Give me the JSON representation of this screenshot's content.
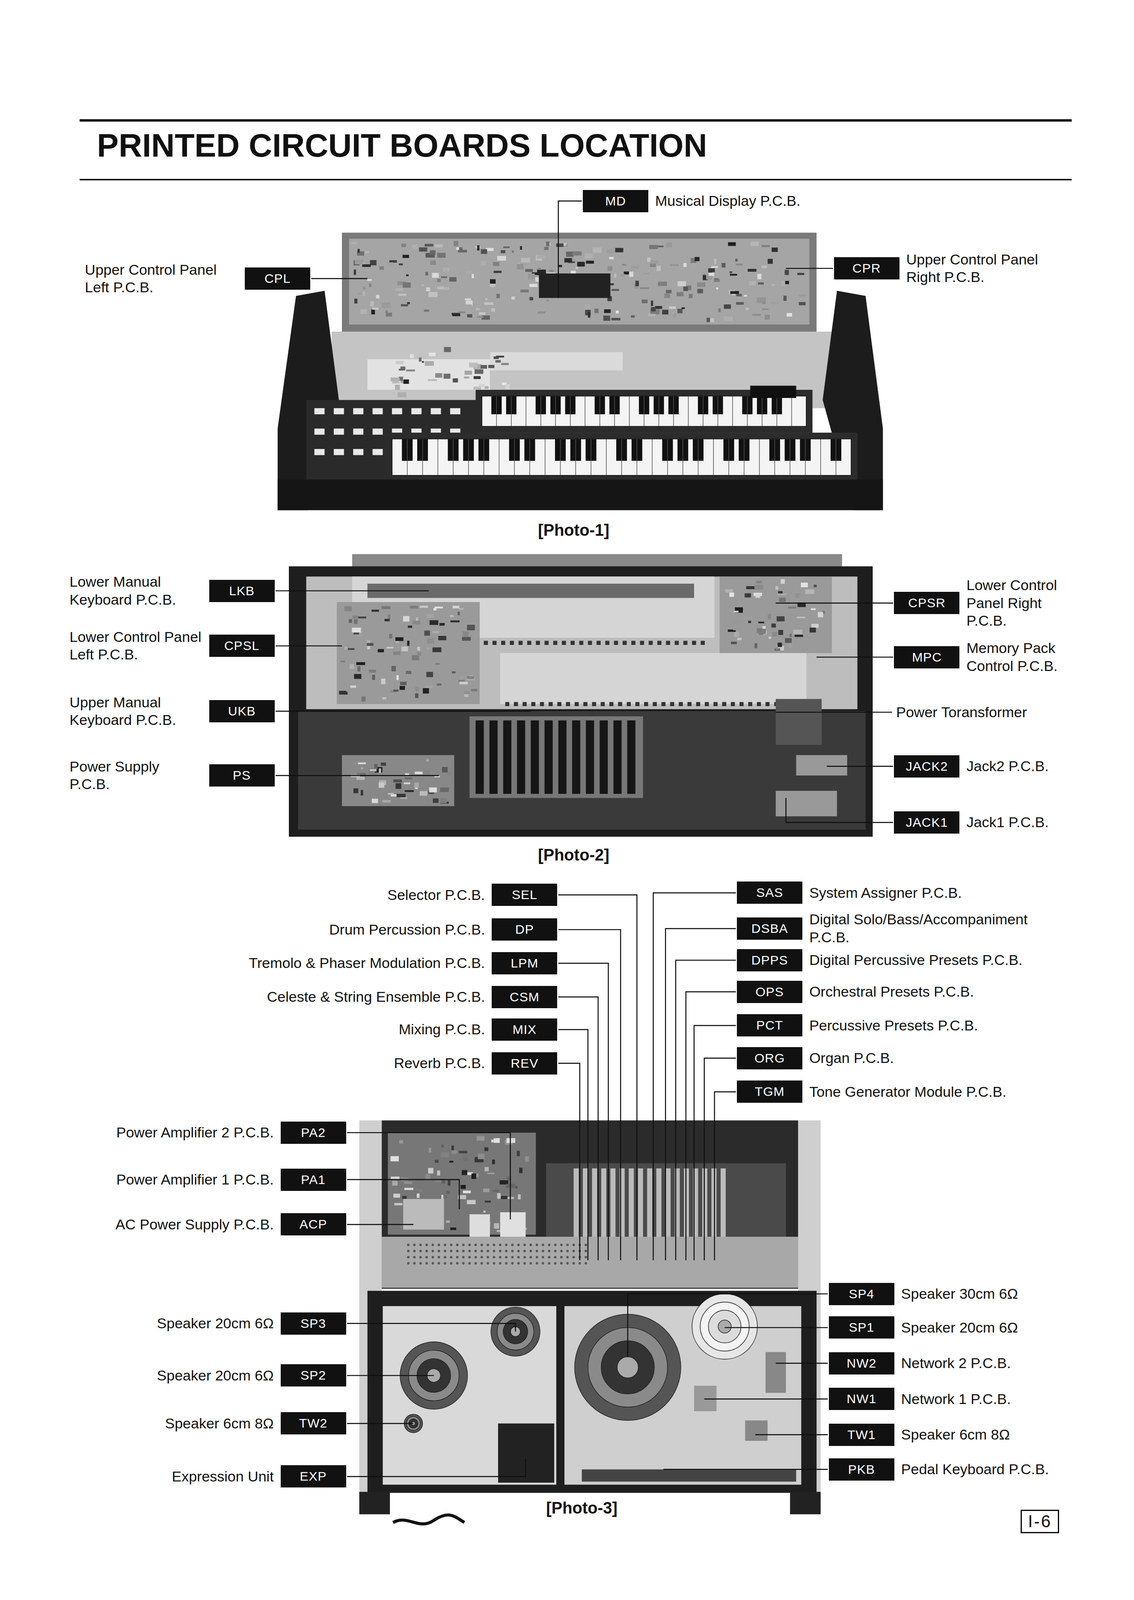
{
  "diagram": {
    "title": "PRINTED CIRCUIT BOARDS LOCATION",
    "nodes": [
      {
        "text": [
          "MD",
          "Musical Display P.C.B."
        ]
      },
      {
        "text": [
          "CPL",
          "Upper Control Panel Left P.C.B."
        ]
      },
      {
        "text": [
          "CPR",
          "Upper Control Panel Right P.C.B."
        ]
      },
      {
        "text": [
          "LKB",
          "Lower Manual Keyboard P.C.B."
        ]
      },
      {
        "text": [
          "CPSL",
          "Lower Control Panel Left P.C.B."
        ]
      },
      {
        "text": [
          "UKB",
          "Upper Manual Keyboard P.C.B."
        ]
      },
      {
        "text": [
          "PS",
          "Power Supply P.C.B."
        ]
      },
      {
        "text": [
          "CPSR",
          "Lower Control Panel Right P.C.B."
        ]
      },
      {
        "text": [
          "MPC",
          "Memory Pack Control P.C.B."
        ]
      },
      {
        "text": [
          "JACK2",
          "Jack2 P.C.B."
        ]
      },
      {
        "text": [
          "JACK1",
          "Jack1 P.C.B."
        ]
      },
      {
        "text": [
          "SEL",
          "Selector P.C.B."
        ]
      },
      {
        "text": [
          "DP",
          "Drum Percussion P.C.B."
        ]
      },
      {
        "text": [
          "LPM",
          "Tremolo & Phaser Modulation P.C.B."
        ]
      },
      {
        "text": [
          "CSM",
          "Celeste & String Ensemble P.C.B."
        ]
      },
      {
        "text": [
          "MIX",
          "Mixing P.C.B."
        ]
      },
      {
        "text": [
          "REV",
          "Reverb P.C.B."
        ]
      },
      {
        "text": [
          "SAS",
          "System Assigner P.C.B."
        ]
      },
      {
        "text": [
          "DSBA",
          "Digital Solo/Bass/Accompaniment P.C.B."
        ]
      },
      {
        "text": [
          "DPPS",
          "Digital Percussive Presets P.C.B."
        ]
      },
      {
        "text": [
          "OPS",
          "Orchestral Presets P.C.B."
        ]
      },
      {
        "text": [
          "PCT",
          "Percussive Presets P.C.B."
        ]
      },
      {
        "text": [
          "ORG",
          "Organ P.C.B."
        ]
      },
      {
        "text": [
          "TGM",
          "Tone Generator Module P.C.B."
        ]
      },
      {
        "text": [
          "PA2",
          "Power Amplifier 2 P.C.B."
        ]
      },
      {
        "text": [
          "PA1",
          "Power Amplifier 1 P.C.B."
        ]
      },
      {
        "text": [
          "ACP",
          "AC Power Supply P.C.B."
        ]
      },
      {
        "text": [
          "SP3",
          "Speaker 20cm 6Ω"
        ]
      },
      {
        "text": [
          "SP2",
          "Speaker 20cm 6Ω"
        ]
      },
      {
        "text": [
          "TW2",
          "Speaker 6cm 8Ω"
        ]
      },
      {
        "text": [
          "EXP",
          "Expression Unit"
        ]
      },
      {
        "text": [
          "SP4",
          "Speaker 30cm 6Ω"
        ]
      },
      {
        "text": [
          "SP1",
          "Speaker 20cm 6Ω"
        ]
      },
      {
        "text": [
          "NW2",
          "Network 2 P.C.B."
        ]
      },
      {
        "text": [
          "NW1",
          "Network 1 P.C.B."
        ]
      },
      {
        "text": [
          "TW1",
          "Speaker 6cm 8Ω"
        ]
      },
      {
        "text": [
          "PKB",
          "Pedal Keyboard P.C.B."
        ]
      },
      {
        "text": [
          "I-6"
        ]
      }
    ],
    "labels": [
      "[Photo-1]",
      "Power Toransformer",
      "[Photo-2]",
      "[Photo-3]"
    ]
  }
}
